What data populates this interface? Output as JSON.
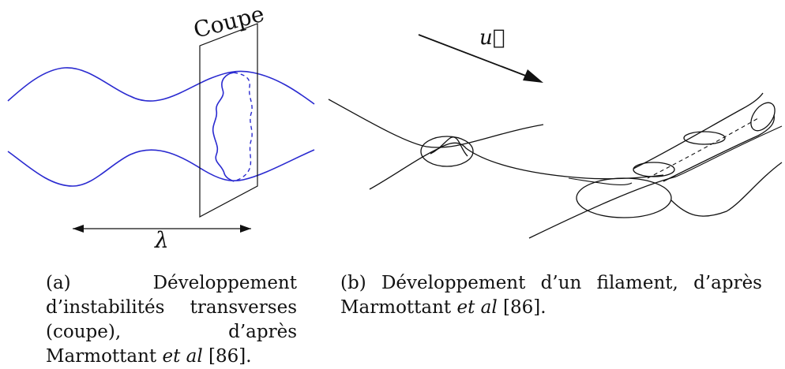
{
  "figure_a": {
    "section_label": "Coupe",
    "wavelength_label": "λ",
    "caption": {
      "tag": "(a)",
      "text_before": "Développement d’instabilités transverses (coupe), d’après Marmottant",
      "italic": "et al",
      "text_after": "[86]."
    },
    "colors": {
      "wave": "#2a2ad0",
      "outline": "#111111"
    }
  },
  "figure_b": {
    "vector_label": "u⃗",
    "caption": {
      "tag": "(b)",
      "text_before": "Développement d’un filament, d’après Marmottant",
      "italic": "et al",
      "text_after": "[86]."
    },
    "colors": {
      "outline": "#111111"
    }
  }
}
